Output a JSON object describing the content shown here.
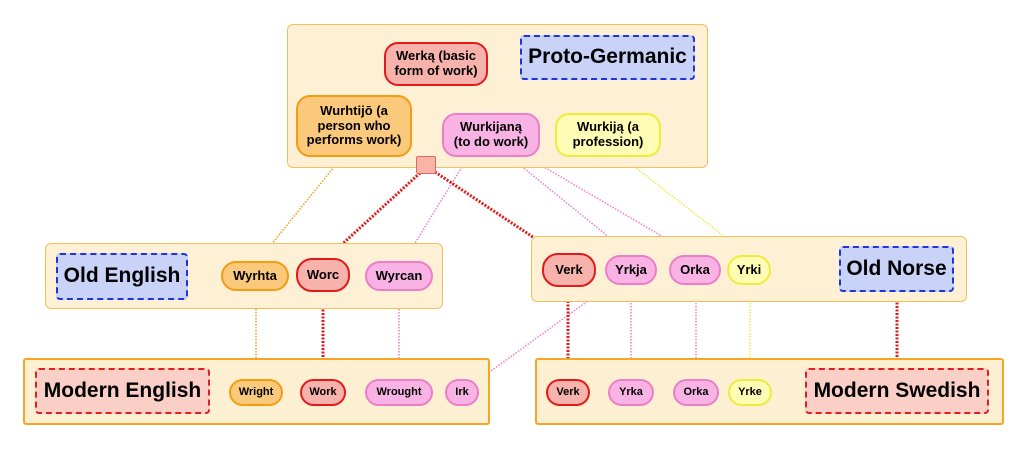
{
  "groups": {
    "proto_germanic": {
      "label": "Proto-Germanic"
    },
    "old_english": {
      "label": "Old English"
    },
    "old_norse": {
      "label": "Old Norse"
    },
    "modern_english": {
      "label": "Modern English"
    },
    "modern_swedish": {
      "label": "Modern Swedish"
    }
  },
  "words": {
    "werka": "Werką (basic form of work)",
    "wurhtijo": "Wurhtijō (a person who performs work)",
    "wurkijana": "Wurkijaną (to do work)",
    "wurkija": "Wurkiją (a profession)",
    "wyrhta": "Wyrhta",
    "worc": "Worc",
    "wyrcan": "Wyrcan",
    "verk_on": "Verk",
    "yrkja": "Yrkja",
    "orka_on": "Orka",
    "yrki": "Yrki",
    "wright": "Wright",
    "work": "Work",
    "wrought": "Wrought",
    "irk": "Irk",
    "verk_sv": "Verk",
    "yrka": "Yrka",
    "orka_sv": "Orka",
    "yrke": "Yrke"
  },
  "colors": {
    "red": "#e01b1b",
    "pink": "#ea7fc7",
    "orange": "#f39c12",
    "yellow": "#f0ea3c",
    "blue": "#2233dd"
  }
}
